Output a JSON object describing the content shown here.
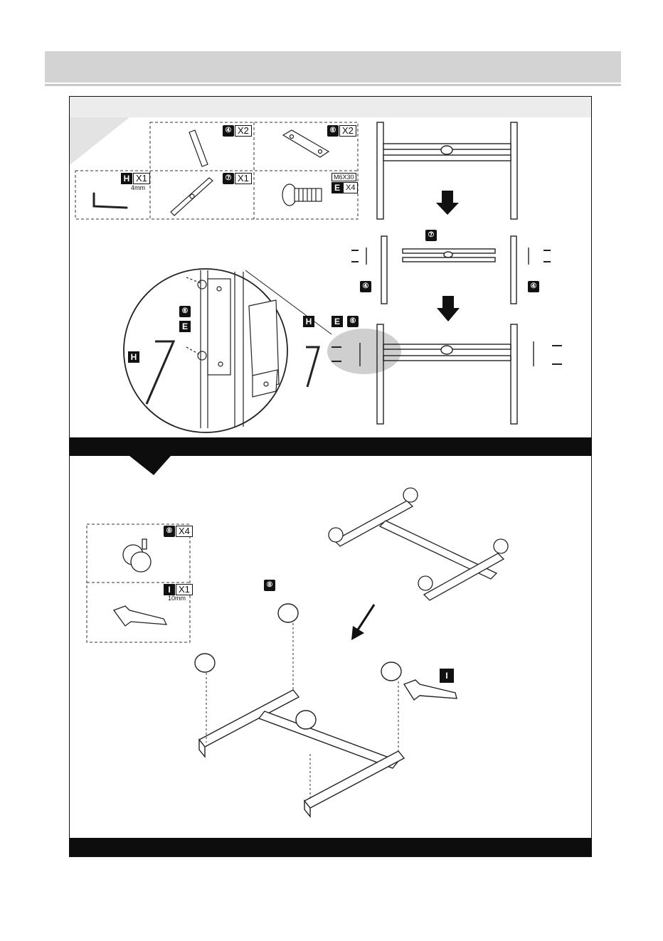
{
  "parts": {
    "part4": {
      "num": "④",
      "qty": "X2"
    },
    "part6": {
      "num": "⑥",
      "qty": "X2"
    },
    "partH": {
      "letter": "H",
      "qty": "X1",
      "size": "4mm"
    },
    "part7": {
      "num": "⑦",
      "qty": "X1"
    },
    "partE": {
      "spec": "M6X30",
      "letter": "E",
      "qty": "X4"
    },
    "part8": {
      "num": "⑧",
      "qty": "X4"
    },
    "partI": {
      "letter": "I",
      "qty": "X1",
      "size": "10mm"
    }
  },
  "callouts": {
    "e": "E",
    "h": "H",
    "six": "⑥",
    "seven": "⑦",
    "four": "④",
    "eight": "⑧",
    "i": "I"
  }
}
